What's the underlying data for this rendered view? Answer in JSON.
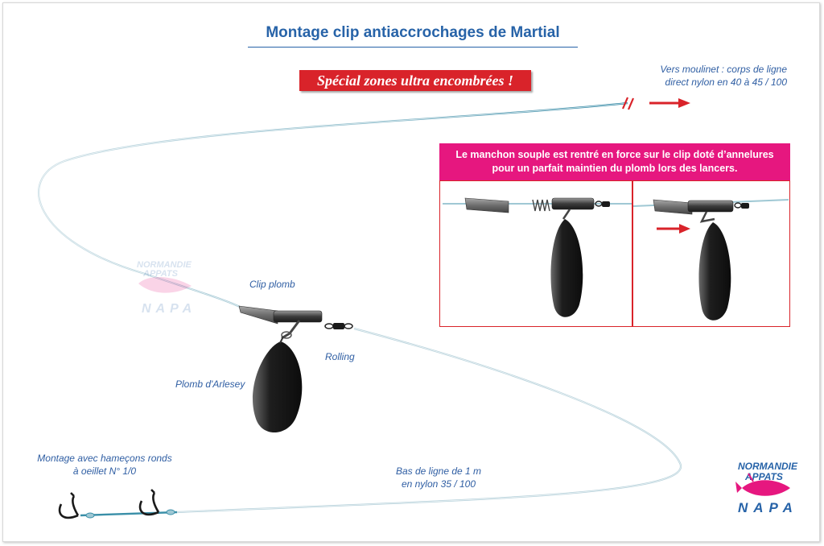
{
  "title": "Montage clip antiaccrochages de Martial",
  "banner": "Spécial zones ultra encombrées !",
  "labels": {
    "moulinet_line1": "Vers moulinet : corps de ligne",
    "moulinet_line2": "direct nylon en 40 à 45 / 100",
    "clip_plomb": "Clip plomb",
    "rolling": "Rolling",
    "plomb": "Plomb d'Arlesey",
    "montage_line1": "Montage avec hameçons ronds",
    "montage_line2": "à oeillet  N° 1/0",
    "bas_line1": "Bas de ligne de 1 m",
    "bas_line2": "en nylon  35 / 100"
  },
  "callout": {
    "line1": "Le manchon souple est rentré en force sur le clip doté d’annelures",
    "line2": "pour un parfait maintien du plomb lors des lancers."
  },
  "logo": {
    "line1": "NORMANDIE",
    "line2": "APPATS",
    "line3": "NAPA"
  },
  "colors": {
    "title_blue": "#2763a8",
    "banner_red": "#d9232a",
    "callout_pink": "#e6177f",
    "line_teal": "#3a8fa8",
    "label_blue": "#2f5ea3"
  }
}
